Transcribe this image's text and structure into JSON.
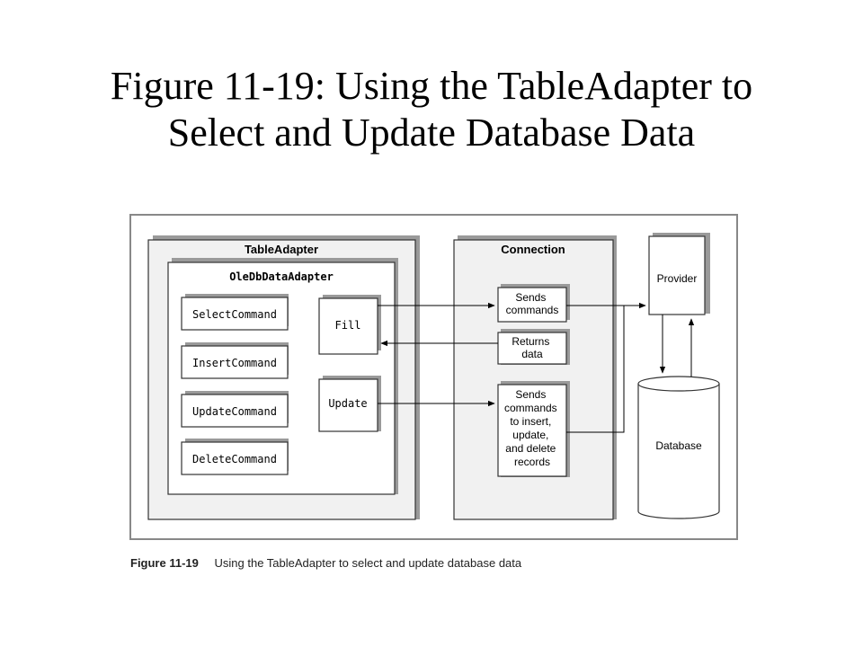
{
  "title": {
    "line1": "Figure 11-19: Using the TableAdapter to",
    "line2": "Select and Update Database Data"
  },
  "diagram": {
    "table_adapter": "TableAdapter",
    "oledb_adapter": "OleDbDataAdapter",
    "commands": [
      "SelectCommand",
      "InsertCommand",
      "UpdateCommand",
      "DeleteCommand"
    ],
    "fill": "Fill",
    "update": "Update",
    "connection": "Connection",
    "sends_commands": [
      "Sends",
      "commands"
    ],
    "returns_data": [
      "Returns",
      "data"
    ],
    "sends_commands_long": [
      "Sends",
      "commands",
      "to insert,",
      "update,",
      "and delete",
      "records"
    ],
    "provider": "Provider",
    "database": "Database"
  },
  "caption": {
    "number": "Figure 11-19",
    "text": "Using the TableAdapter to select and update database data"
  }
}
